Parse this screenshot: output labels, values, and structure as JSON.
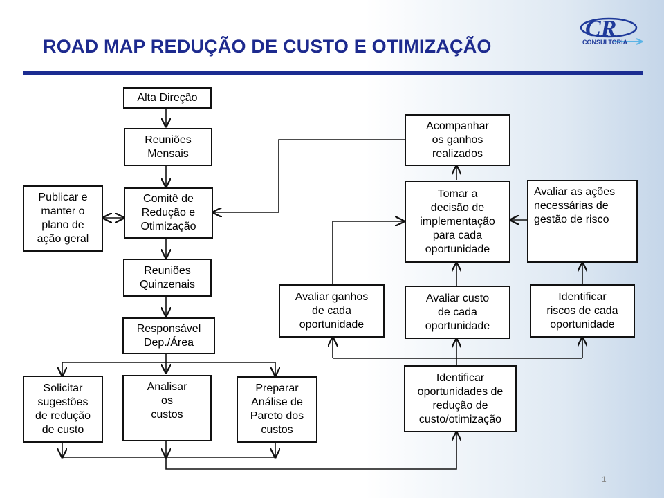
{
  "title": "ROAD MAP REDUÇÃO DE CUSTO E OTIMIZAÇÃO",
  "logo": {
    "letters": "CR",
    "subtitle": "CONSULTORIA"
  },
  "boxes": {
    "alta_direcao": "Alta Direção",
    "reunioes_mensais": "Reuniões\nMensais",
    "publicar": "Publicar e\nmanter o\nplano de\nação geral",
    "comite": "Comitê de\nRedução e\nOtimização",
    "reunioes_quinzenais": "Reuniões\nQuinzenais",
    "responsavel": "Responsável\nDep./Área",
    "solicitar": "Solicitar\nsugestões\nde redução\nde custo",
    "analisar": "Analisar\nos\ncustos",
    "preparar": "Preparar\nAnálise de\nPareto dos\ncustos",
    "acompanhar": "Acompanhar\nos ganhos\nrealizados",
    "tomar": "Tomar a\ndecisão de\nimplementação\npara cada\noportunidade",
    "avaliar_acoes": "Avaliar as ações\nnecessárias de\ngestão de risco",
    "avaliar_ganhos": "Avaliar ganhos\nde cada\noportunidade",
    "avaliar_custo": "Avaliar custo\nde cada\noportunidade",
    "identificar_riscos": "Identificar\nriscos de cada\noportunidade",
    "identificar_oportunidades": "Identificar\noportunidades de\nredução de\ncusto/otimização"
  },
  "page_number": "1",
  "colors": {
    "title": "#1d2a8e",
    "bar": "#1b2c91",
    "logo": "#1f3a9a",
    "logo_accent": "#5ab4e6"
  }
}
